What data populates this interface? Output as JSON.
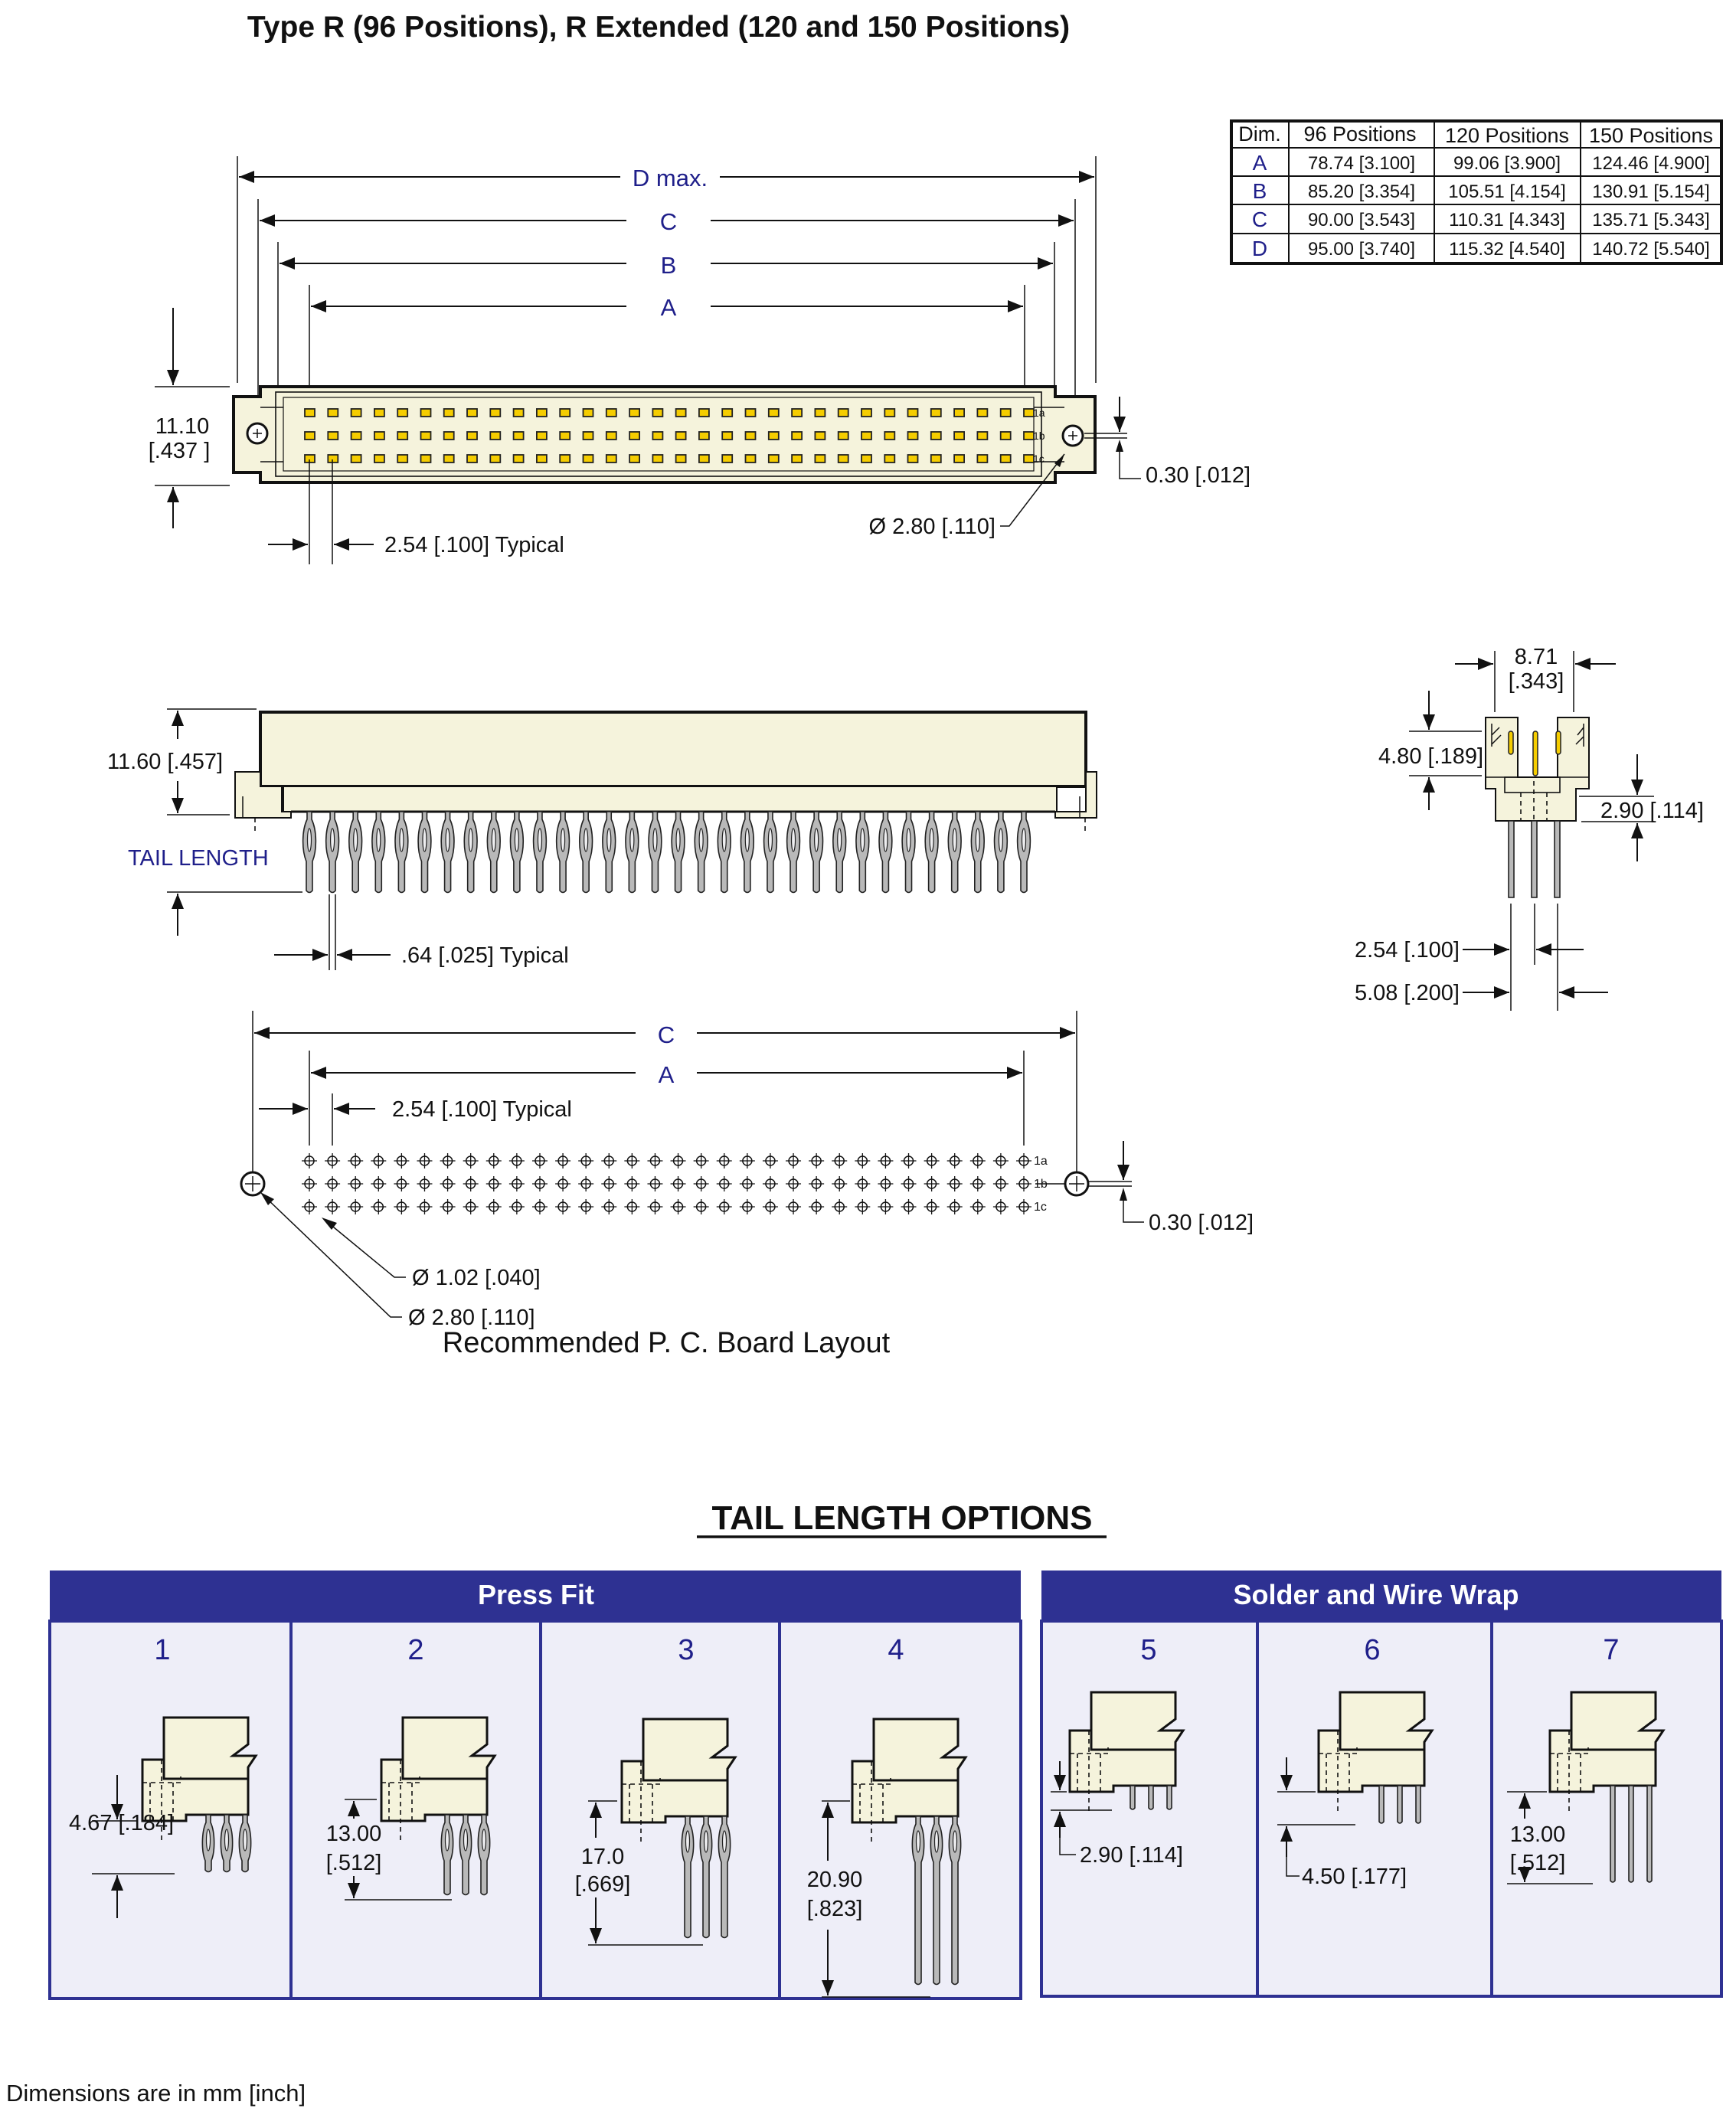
{
  "title": "Type R (96 Positions), R Extended (120 and 150 Positions)",
  "dimension_table": {
    "headers": [
      "Dim.",
      "96 Positions",
      "120 Positions",
      "150 Positions"
    ],
    "rows": [
      {
        "dim": "A",
        "p96": "78.74 [3.100]",
        "p120": "99.06  [3.900]",
        "p150": "124.46 [4.900]"
      },
      {
        "dim": "B",
        "p96": "85.20 [3.354]",
        "p120": "105.51 [4.154]",
        "p150": "130.91 [5.154]"
      },
      {
        "dim": "C",
        "p96": "90.00 [3.543]",
        "p120": "110.31 [4.343]",
        "p150": "135.71 [5.343]"
      },
      {
        "dim": "D",
        "p96": "95.00 [3.740]",
        "p120": "115.32 [4.540]",
        "p150": "140.72 [5.540]"
      }
    ]
  },
  "top_view": {
    "dim_labels": {
      "d": "D max.",
      "c": "C",
      "b": "B",
      "a": "A"
    },
    "height_mm": "11.10",
    "height_in": "[.437 ]",
    "pitch": "2.54 [.100] Typical",
    "hole_dia": "Ø 2.80 [.110]",
    "offset": "0.30 [.012]",
    "row_labels": [
      "1a",
      "1b",
      "1c"
    ],
    "pins_per_row": 32
  },
  "side_view": {
    "height": "11.60 [.457]",
    "tail_length_label": "TAIL LENGTH",
    "tail_width": ".64 [.025] Typical",
    "tail_count": 32
  },
  "end_view": {
    "width_mm": "8.71",
    "width_in": "[.343]",
    "height": "4.80 [.189]",
    "standoff": "2.90 [.114]",
    "pitch1": "2.54 [.100]",
    "pitch2": "5.08 [.200]"
  },
  "pcb_layout": {
    "dim_labels": {
      "c": "C",
      "a": "A"
    },
    "pitch": "2.54 [.100] Typical",
    "hole_small": "Ø 1.02 [.040]",
    "hole_large": "Ø 2.80 [.110]",
    "offset": "0.30 [.012]",
    "row_labels": [
      "1a",
      "1b",
      "1c"
    ],
    "caption": "Recommended P. C. Board Layout",
    "holes_per_row": 32
  },
  "tail_options": {
    "heading": "TAIL LENGTH OPTIONS",
    "groups": [
      {
        "title": "Press Fit",
        "options": [
          {
            "num": "1",
            "mm": "4.67",
            "in": "[.184]",
            "label": "4.67 [.184]"
          },
          {
            "num": "2",
            "mm": "13.00",
            "in": "[.512]"
          },
          {
            "num": "3",
            "mm": "17.0",
            "in": "[.669]"
          },
          {
            "num": "4",
            "mm": "20.90",
            "in": "[.823]"
          }
        ]
      },
      {
        "title": "Solder and Wire Wrap",
        "options": [
          {
            "num": "5",
            "label": "2.90 [.114]"
          },
          {
            "num": "6",
            "label": "4.50 [.177]"
          },
          {
            "num": "7",
            "mm": "13.00",
            "in": "[.512]"
          }
        ]
      }
    ]
  },
  "footer": "Dimensions are in mm [inch]",
  "colors": {
    "accent": "#2e3192",
    "ivory": "#f5f3dc",
    "contact": "#f5cd00",
    "label_blue": "#1f1f8a",
    "panel_bg": "#eeeef8"
  }
}
